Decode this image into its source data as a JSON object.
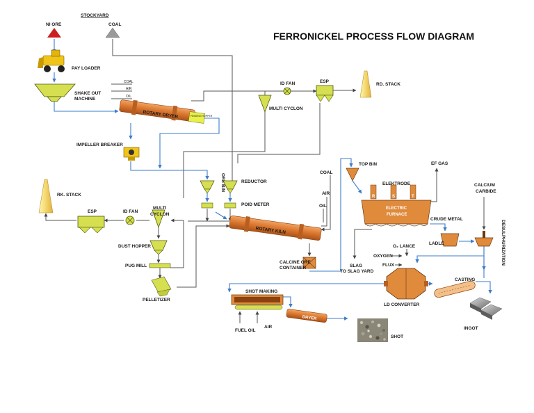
{
  "title": "FERRONICKEL PROCESS FLOW DIAGRAM",
  "stockyard": "STOCKYARD",
  "labels": {
    "ni_ore": "NI ORE",
    "coal_top": "COAL",
    "pay_loader": "PAY LOADER",
    "shake_out": "SHAKE OUT",
    "machine": "MACHINE",
    "in_coal": "COAL",
    "in_air": "AIR",
    "in_oil": "OIL",
    "rotary_dryer": "ROTARY DRYER",
    "feeding_hopper": "FEEDING HOPPER",
    "id_fan_top": "ID FAN",
    "esp_top": "ESP",
    "rd_stack": "RD. STACK",
    "multi_cyclon_top": "MULTI CYCLON",
    "impeller_breaker": "IMPELLER BREAKER",
    "ore_bin": "ORE BIN",
    "reductor": "REDUCTOR",
    "poid_meter": "POID METER",
    "rk_stack": "RK. STACK",
    "esp_left": "ESP",
    "id_fan_left": "ID FAN",
    "multi": "MULTI",
    "cyclon": "CYCLON",
    "dust_hopper": "DUST HOPPER",
    "pug_mill": "PUG MILL",
    "pelletizer": "PELLETIZER",
    "rotary_kiln": "ROTARY KILN",
    "kiln_coal": "COAL",
    "kiln_air": "AIR",
    "kiln_oil": "OIL",
    "calcine_1": "CALCINE ORE",
    "calcine_2": "CONTAINER",
    "top_bin": "TOP BIN",
    "elektrode": "ELEKTRODE",
    "ef_gas": "EF GAS",
    "r": "R",
    "s": "S",
    "t": "T",
    "electric_1": "ELECTRIC",
    "electric_2": "FURNACE",
    "calcium_1": "CALCIUM",
    "calcium_2": "CARBIDE",
    "crude_metal": "CRUDE METAL",
    "ladle": "LADLE",
    "desulph": "DESULPHURIZATION",
    "o2_lance": "O₂ LANCE",
    "oxygen": "OXYGEN",
    "flux": "FLUX",
    "slag_1": "SLAG",
    "slag_2": "TO SLAG YARD",
    "ld_converter": "LD CONVERTER",
    "casting": "CASTING",
    "ingot": "INGOT",
    "shot_making": "SHOT MAKING",
    "dryer": "DRYER",
    "fuel_oil": "FUEL OIL",
    "air_bottom": "AIR",
    "shot": "SHOT"
  },
  "colors": {
    "equipment_fill": "#d6df4f",
    "equipment_stroke": "#4d5a12",
    "kiln_orange": "#d9752d",
    "furnace_orange": "#e08a3c",
    "ore_red": "#cc1f1f",
    "coal_gray": "#9a9a9a",
    "flow_blue": "#3d7cc9",
    "flow_gray": "#555555"
  }
}
